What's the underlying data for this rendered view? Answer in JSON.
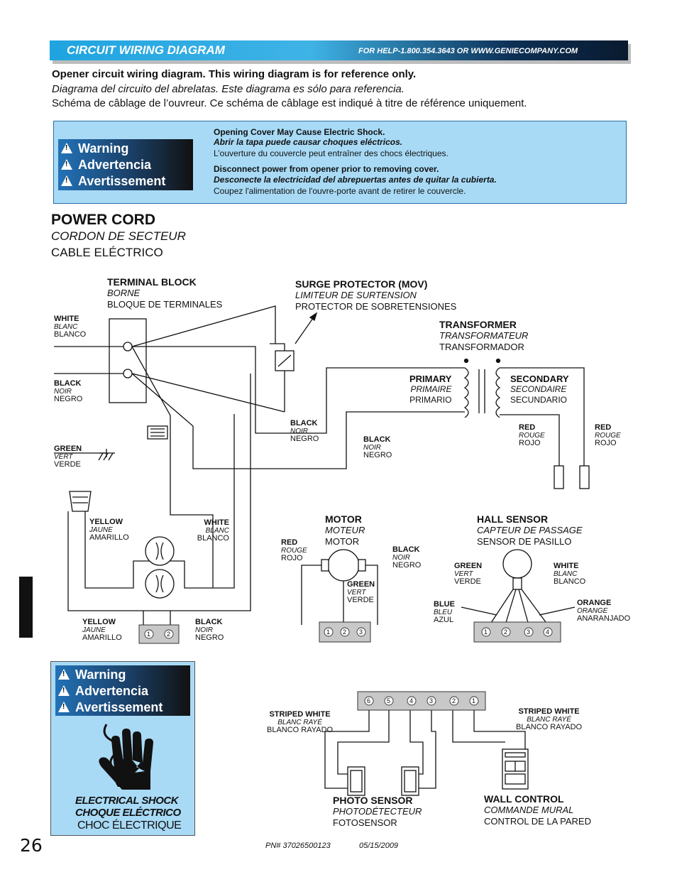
{
  "header": {
    "title": "CIRCUIT WIRING DIAGRAM",
    "help": "FOR HELP-1.800.354.3643 OR WWW.GENIECOMPANY.COM"
  },
  "intro": {
    "en": "Opener circuit wiring diagram. This wiring diagram is for reference only.",
    "es": "Diagrama del circuito del abrelatas. Este diagrama es sólo para referencia.",
    "fr": "Schéma de câblage de l’ouvreur. Ce schéma de câblage est indiqué à titre de référence uniquement."
  },
  "warning": {
    "labels": [
      "Warning",
      "Advertencia",
      "Avertissement"
    ],
    "line1_en": "Opening Cover May Cause Electric Shock.",
    "line1_es": "Abrir la tapa puede causar choques eléctricos.",
    "line1_fr": "L’ouverture  du couvercle peut entraîner des chocs électriques.",
    "line2_en": "Disconnect power from opener prior to removing cover.",
    "line2_es": "Desconecte la electricidad del abrepuertas antes de quitar la cubierta.",
    "line2_fr": "Coupez l'alimentation de l'ouvre-porte avant de retirer le couvercle."
  },
  "power_cord": {
    "en": "POWER CORD",
    "fr": "CORDON DE SECTEUR",
    "es": "CABLE ELÉCTRICO"
  },
  "components": {
    "terminal_block": {
      "en": "TERMINAL BLOCK",
      "fr": "BORNE",
      "es": "BLOQUE DE TERMINALES"
    },
    "surge": {
      "en": "SURGE PROTECTOR (MOV)",
      "fr": "LIMITEUR DE SURTENSION",
      "es": "PROTECTOR DE SOBRETENSIONES"
    },
    "transformer": {
      "en": "TRANSFORMER",
      "fr": "TRANSFORMATEUR",
      "es": "TRANSFORMADOR"
    },
    "primary": {
      "en": "PRIMARY",
      "fr": "PRIMAIRE",
      "es": "PRIMARIO"
    },
    "secondary": {
      "en": "SECONDARY",
      "fr": "SECONDAIRE",
      "es": "SECUNDARIO"
    },
    "motor": {
      "en": "MOTOR",
      "fr": "MOTEUR",
      "es": "MOTOR"
    },
    "hall": {
      "en": "HALL SENSOR",
      "fr": "CAPTEUR DE PASSAGE",
      "es": "SENSOR DE PASILLO"
    },
    "photo": {
      "en": "PHOTO SENSOR",
      "fr": "PHOTODÉTECTEUR",
      "es": "FOTOSENSOR"
    },
    "wall": {
      "en": "WALL CONTROL",
      "fr": "COMMANDE MURAL",
      "es": "CONTROL DE LA PARED"
    }
  },
  "wires": {
    "white": {
      "en": "WHITE",
      "fr": "BLANC",
      "es": "BLANCO"
    },
    "black": {
      "en": "BLACK",
      "fr": "NOIR",
      "es": "NEGRO"
    },
    "green": {
      "en": "GREEN",
      "fr": "VERT",
      "es": "VERDE"
    },
    "yellow": {
      "en": "YELLOW",
      "fr": "JAUNE",
      "es": "AMARILLO"
    },
    "red": {
      "en": "RED",
      "fr": "ROUGE",
      "es": "ROJO"
    },
    "blue": {
      "en": "BLUE",
      "fr": "BLEU",
      "es": "AZUL"
    },
    "orange": {
      "en": "ORANGE",
      "fr": "ORANGE",
      "es": "ANARANJADO"
    },
    "striped": {
      "en": "STRIPED WHITE",
      "fr": "BLANC RAYÉ",
      "es": "BLANCO RAYADO"
    }
  },
  "shock": {
    "en": "ELECTRICAL SHOCK",
    "es": "CHOQUE ELÉCTRICO",
    "fr": "CHOC ÉLECTRIQUE"
  },
  "footer": {
    "page": "26",
    "pn": "PN# 37026500123",
    "date": "05/15/2009"
  },
  "terminals": {
    "capacitor": [
      "1",
      "2"
    ],
    "motor": [
      "1",
      "2",
      "3"
    ],
    "hall": [
      "1",
      "2",
      "3",
      "4"
    ],
    "bottom": [
      "6",
      "5",
      "4",
      "3",
      "2",
      "1"
    ]
  },
  "colors": {
    "header_light": "#1fa4e0",
    "header_dark": "#0a1a2e",
    "warning_fill": "#a8daf6",
    "terminal_fill": "#c8c8c8"
  }
}
